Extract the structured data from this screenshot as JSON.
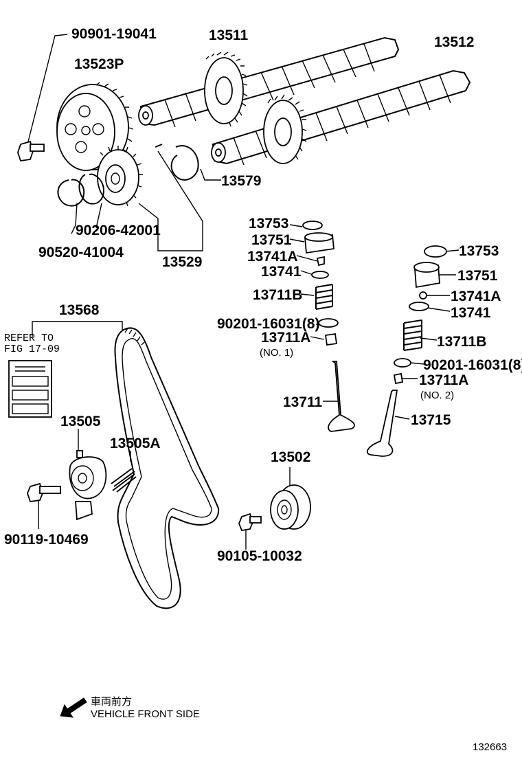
{
  "labels": {
    "p_90901": "90901-19041",
    "p_13523p": "13523P",
    "p_13511": "13511",
    "p_13512": "13512",
    "p_13579": "13579",
    "p_90206": "90206-42001",
    "p_90520": "90520-41004",
    "p_13529": "13529",
    "p_13753_a": "13753",
    "p_13751_a": "13751",
    "p_13741a_a": "13741A",
    "p_13741_a": "13741",
    "p_13711b_a": "13711B",
    "p_90201_a": "90201-16031(8)",
    "p_13711a_a": "13711A",
    "p_no1": "(NO. 1)",
    "p_13711": "13711",
    "p_13753_b": "13753",
    "p_13751_b": "13751",
    "p_13741a_b": "13741A",
    "p_13741_b": "13741",
    "p_13711b_b": "13711B",
    "p_90201_b": "90201-16031(8)",
    "p_13711a_b": "13711A",
    "p_no2": "(NO. 2)",
    "p_13715": "13715",
    "p_13568": "13568",
    "refer_line1": "REFER TO",
    "refer_line2": "FIG 17-09",
    "p_13505": "13505",
    "p_13505a": "13505A",
    "p_13502": "13502",
    "p_90119": "90119-10469",
    "p_90105": "90105-10032",
    "front_jp": "車両前方",
    "front_en": "VEHICLE FRONT SIDE",
    "fig_no": "132663"
  }
}
